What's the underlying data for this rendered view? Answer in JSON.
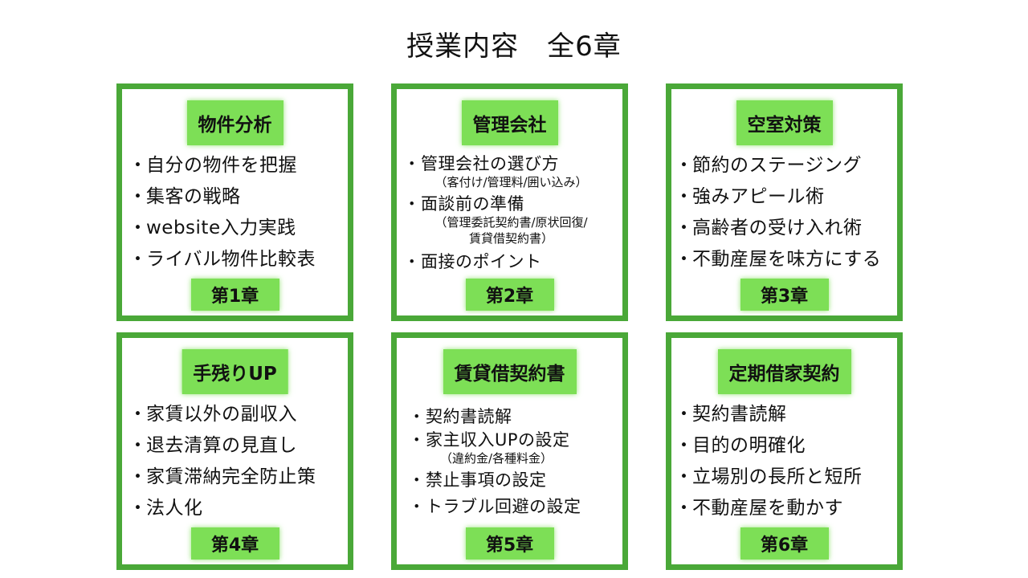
{
  "title": "授業内容　全6章",
  "bullet": "・",
  "cards": [
    {
      "title": "物件分析",
      "items": [
        {
          "text": "自分の物件を把握"
        },
        {
          "text": "集客の戦略"
        },
        {
          "text": "website入力実践"
        },
        {
          "text": "ライバル物件比較表"
        }
      ],
      "chapter": "第1章"
    },
    {
      "title": "管理会社",
      "items": [
        {
          "text": "管理会社の選び方",
          "sub": [
            "（客付け/管理料/囲い込み）"
          ]
        },
        {
          "text": "面談前の準備",
          "sub": [
            "（管理委託契約書/原状回復/",
            "賃貸借契約書）"
          ]
        },
        {
          "text": "面接のポイント"
        }
      ],
      "chapter": "第2章"
    },
    {
      "title": "空室対策",
      "items": [
        {
          "text": "節約のステージング"
        },
        {
          "text": "強みアピール術"
        },
        {
          "text": "高齢者の受け入れ術"
        },
        {
          "text": "不動産屋を味方にする"
        }
      ],
      "chapter": "第3章"
    },
    {
      "title": "手残りUP",
      "items": [
        {
          "text": "家賃以外の副収入"
        },
        {
          "text": "退去清算の見直し"
        },
        {
          "text": "家賃滞納完全防止策"
        },
        {
          "text": "法人化"
        }
      ],
      "chapter": "第4章"
    },
    {
      "title": "賃貸借契約書",
      "items": [
        {
          "text": "契約書読解"
        },
        {
          "text": "家主収入UPの設定",
          "sub": [
            "（違約金/各種料金）"
          ]
        },
        {
          "text": "禁止事項の設定"
        },
        {
          "text": "トラブル回避の設定"
        }
      ],
      "chapter": "第5章"
    },
    {
      "title": "定期借家契約",
      "items": [
        {
          "text": "契約書読解"
        },
        {
          "text": "目的の明確化"
        },
        {
          "text": "立場別の長所と短所"
        },
        {
          "text": "不動産屋を動かす"
        }
      ],
      "chapter": "第6章"
    }
  ]
}
